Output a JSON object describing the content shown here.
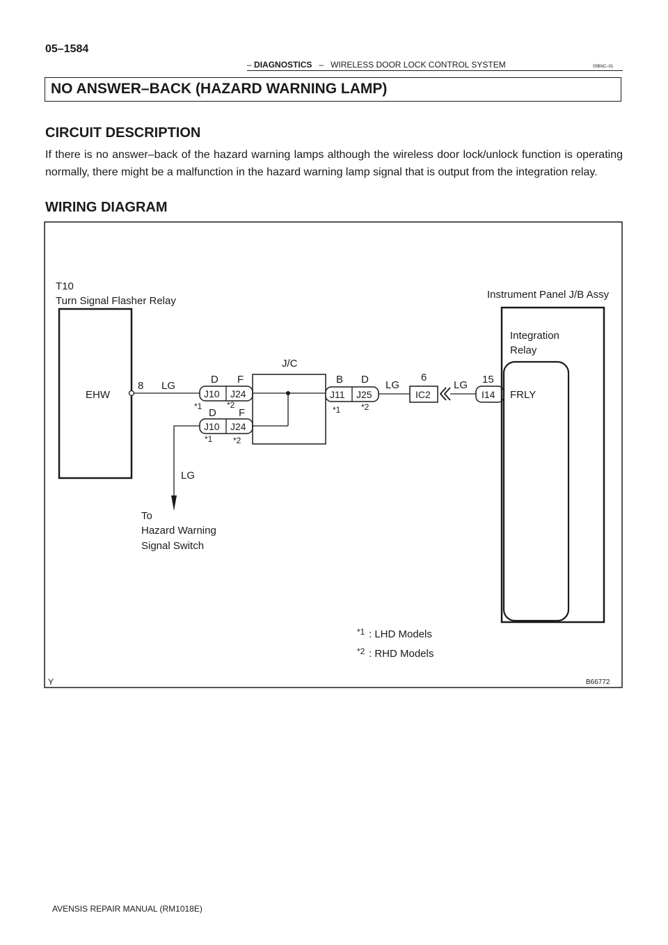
{
  "header": {
    "page_number": "05–1584",
    "section": "DIAGNOSTICS",
    "separator": "–",
    "subsection": "WIRELESS DOOR LOCK CONTROL SYSTEM",
    "doc_code": "05BNC–01"
  },
  "title": "NO ANSWER–BACK (HAZARD WARNING LAMP)",
  "circuit_description": {
    "heading": "CIRCUIT DESCRIPTION",
    "text": "If there is no answer–back of the hazard warning lamps although the wireless door lock/unlock function is operating normally, there might be a malfunction in the hazard warning lamp signal that is output from the integration relay."
  },
  "wiring_diagram": {
    "heading": "WIRING DIAGRAM",
    "flasher_relay": {
      "code": "T10",
      "name": "Turn Signal Flasher Relay",
      "terminal_name": "EHW",
      "pin": "8"
    },
    "jb": {
      "name": "Instrument Panel J/B Assy",
      "relay_line1": "Integration",
      "relay_line2": "Relay",
      "terminal_name": "FRLY",
      "pin": "15",
      "connector": "I14"
    },
    "junction": {
      "name": "J/C"
    },
    "wire_color": "LG",
    "connectors": {
      "left_top": {
        "lhd_pin": "D",
        "rhd_pin": "F",
        "lhd_code": "J10",
        "rhd_code": "J24"
      },
      "left_bottom": {
        "lhd_pin": "D",
        "rhd_pin": "F",
        "lhd_code": "J10",
        "rhd_code": "J24"
      },
      "right": {
        "lhd_pin": "B",
        "rhd_pin": "D",
        "lhd_code": "J11",
        "rhd_code": "J25"
      },
      "ic": {
        "pin": "6",
        "code": "IC2"
      }
    },
    "star1": "*1",
    "star2": "*2",
    "to_label": {
      "line1": "To",
      "line2": "Hazard Warning",
      "line3": "Signal Switch"
    },
    "legend": {
      "star1": "*1",
      "lhd": ": LHD Models",
      "star2": "*2",
      "rhd": ": RHD Models"
    },
    "figure_code": "B66772",
    "corner_mark": "Y"
  },
  "footer": "AVENSIS REPAIR MANUAL   (RM1018E)"
}
